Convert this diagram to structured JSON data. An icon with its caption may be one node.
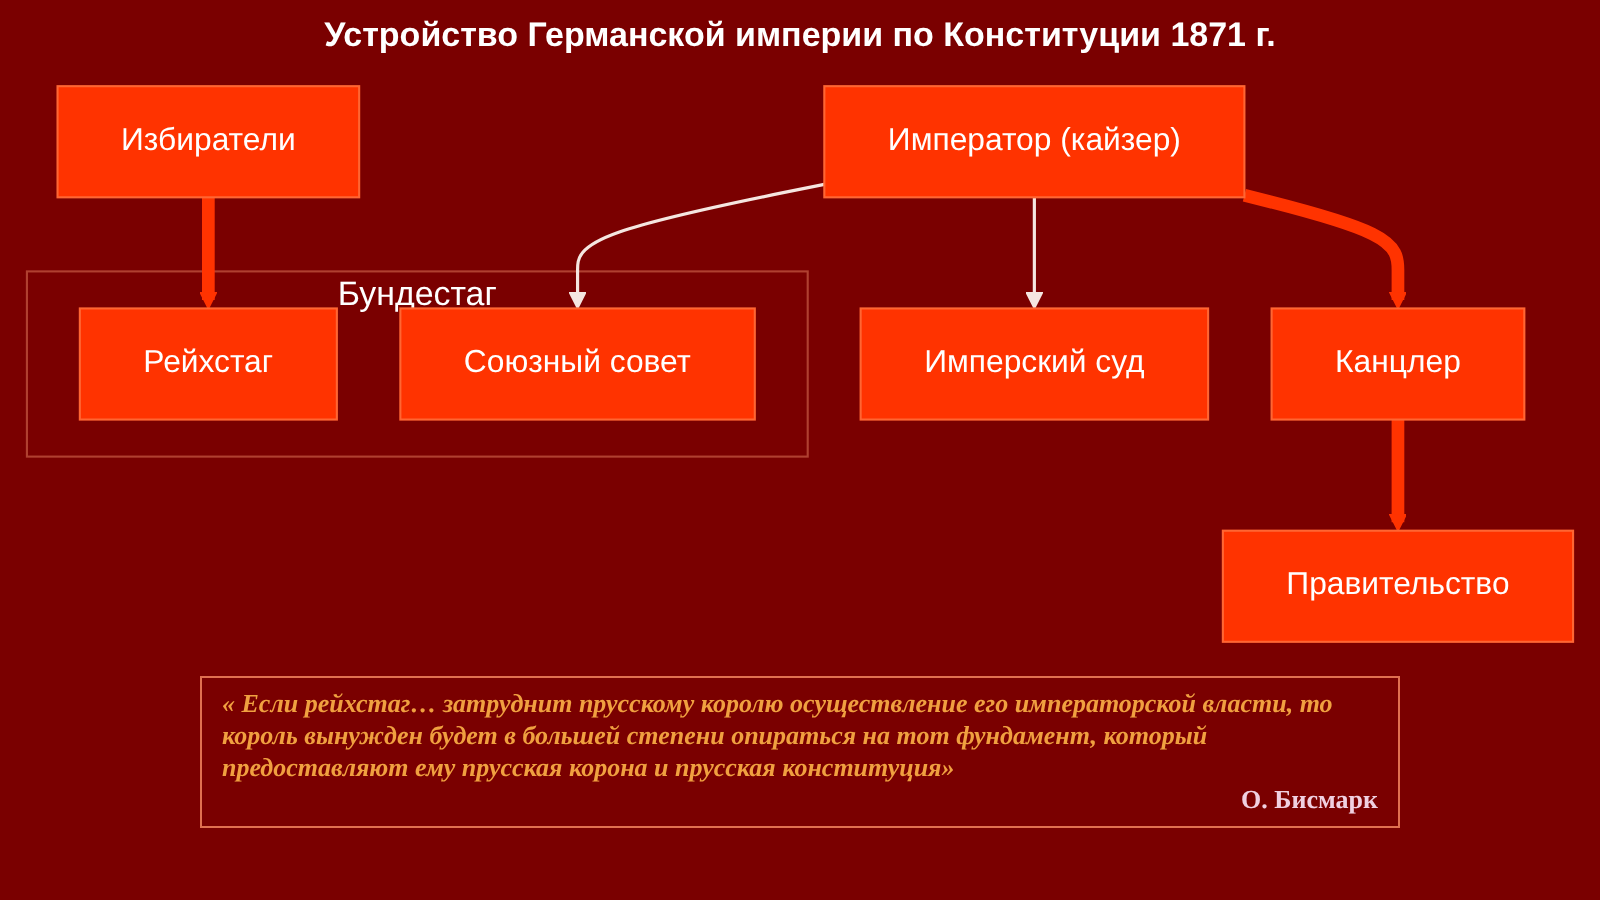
{
  "diagram": {
    "title": "Устройство Германской империи по Конституции 1871 г.",
    "nodes": [
      {
        "text": [
          "Император (кайзер)"
        ]
      },
      {
        "text": [
          "Бундестаг"
        ]
      },
      {
        "text": [
          "Союзный совет"
        ],
        "in": 1
      },
      {
        "text": [
          "Рейхстаг"
        ],
        "in": 1
      },
      {
        "text": [
          "Имперский суд"
        ]
      },
      {
        "text": [
          "Канцлер"
        ]
      },
      {
        "text": [
          "Правительство"
        ]
      },
      {
        "text": [
          "Избиратели"
        ]
      },
      {
        "text": [
          "«  Если рейхстаг… затруднит прусскому королю осуществление его императорской власти, то король вынужден будет в большей степени опираться на тот фундамент, который предоставляют ему прусская корона и прусская конституция»",
          "О. Бисмарк"
        ]
      }
    ],
    "edges": [
      {
        "from": 0,
        "to": 2,
        "arrow": "to",
        "color": "#f5e6e0"
      },
      {
        "from": 0,
        "to": 4,
        "arrow": "to",
        "color": "#f5e6e0"
      },
      {
        "from": 0,
        "to": 5,
        "arrow": "to"
      },
      {
        "from": 5,
        "to": 6,
        "arrow": "to"
      },
      {
        "from": 7,
        "to": 3,
        "arrow": "to"
      }
    ]
  }
}
